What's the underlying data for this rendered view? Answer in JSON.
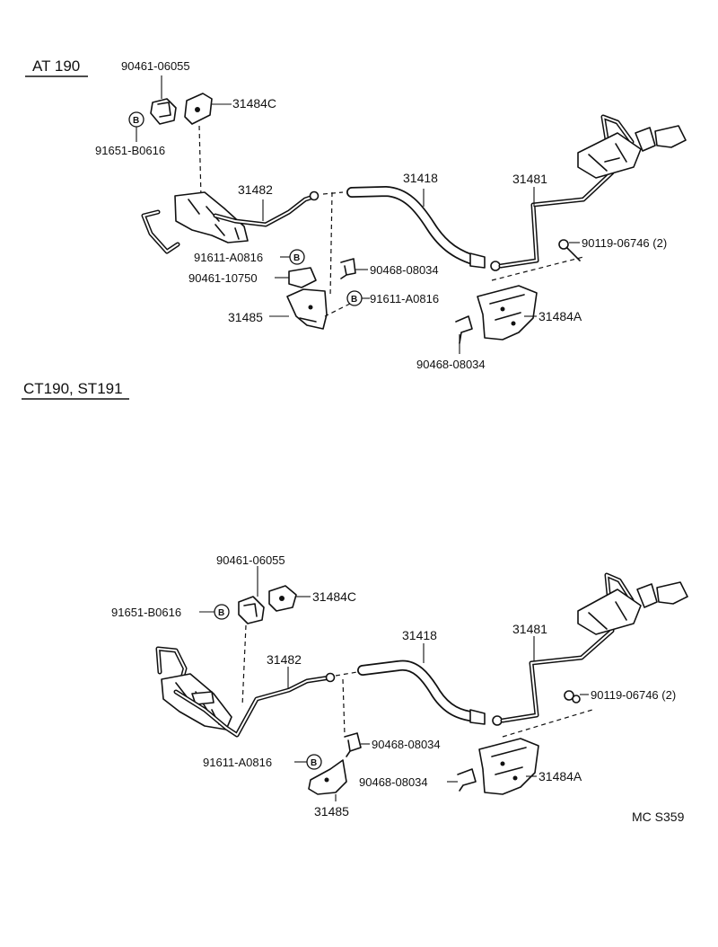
{
  "sections": [
    {
      "title": "AT 190",
      "labels": {
        "clamp_top": "90461-06055",
        "bracket_c": "31484C",
        "bolt_top": "91651-B0616",
        "tube_31482": "31482",
        "hose_31418": "31418",
        "tube_31481": "31481",
        "bolt_right": "90119-06746 (2)",
        "bolt_mid1": "91611-A0816",
        "clamp_mid": "90461-10750",
        "clip_mid": "90468-08034",
        "bolt_mid2": "91611-A0816",
        "bracket_31485": "31485",
        "bracket_a": "31484A",
        "clip_bottom": "90468-08034"
      },
      "b_mark": "B"
    },
    {
      "title": "CT190, ST191",
      "labels": {
        "clamp_top": "90461-06055",
        "bolt_top": "91651-B0616",
        "bracket_c": "31484C",
        "hose_31418": "31418",
        "tube_31481": "31481",
        "tube_31482": "31482",
        "bolt_right": "90119-06746 (2)",
        "clip_mid": "90468-08034",
        "bolt_mid1": "91611-A0816",
        "clip_bottom": "90468-08034",
        "bracket_a": "31484A",
        "bracket_31485": "31485"
      },
      "b_mark": "B"
    }
  ],
  "footer_code": "MC S359"
}
